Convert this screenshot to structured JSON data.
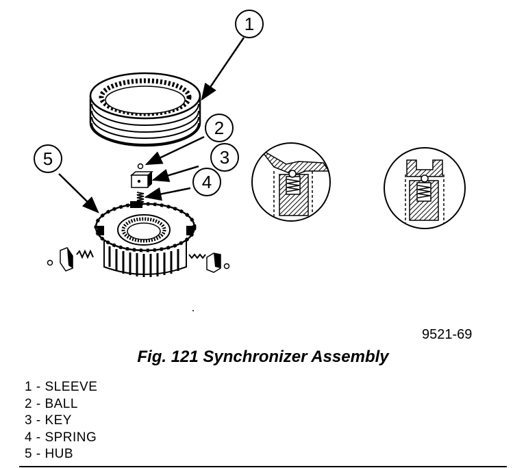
{
  "callouts": [
    "1",
    "2",
    "3",
    "4",
    "5"
  ],
  "figure_number": "9521-69",
  "caption": "Fig. 121 Synchronizer Assembly",
  "legend": [
    "1 - SLEEVE",
    "2 - BALL",
    "3 - KEY",
    "4 - SPRING",
    "5 - HUB"
  ]
}
